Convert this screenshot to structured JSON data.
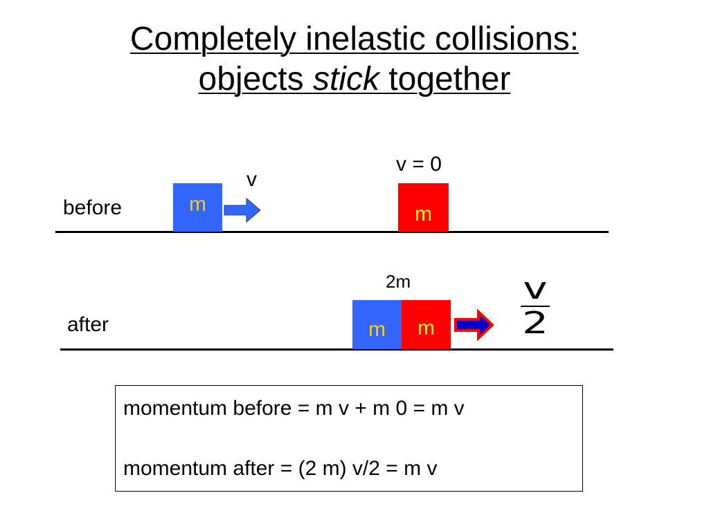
{
  "title": {
    "line1": "Completely inelastic collisions:",
    "line2_pre": "objects ",
    "line2_emph": "stick",
    "line2_post": " together"
  },
  "before": {
    "label": "before",
    "moving_block": {
      "mass_label": "m",
      "color": "#3366ff",
      "text_color": "#ffcc00"
    },
    "velocity_label": "v",
    "arrow_color": "#3366ff",
    "rest_block": {
      "mass_label": "m",
      "color": "#ff0000",
      "text_color": "#ffff00"
    },
    "rest_velocity_label": "v = 0"
  },
  "after": {
    "label": "after",
    "combined_mass_label": "2m",
    "block_left": {
      "mass_label": "m",
      "color": "#3366ff",
      "text_color": "#ffcc00"
    },
    "block_right": {
      "mass_label": "m",
      "color": "#ff0000",
      "text_color": "#ffff00"
    },
    "arrow_fill_color": "#0000cc",
    "arrow_outline_color": "#ff0000",
    "velocity_numerator": "v",
    "velocity_denominator": "2"
  },
  "equations": {
    "before": "momentum before = m v + m 0 = m v",
    "after": "momentum after = (2 m) v/2 = m v"
  }
}
